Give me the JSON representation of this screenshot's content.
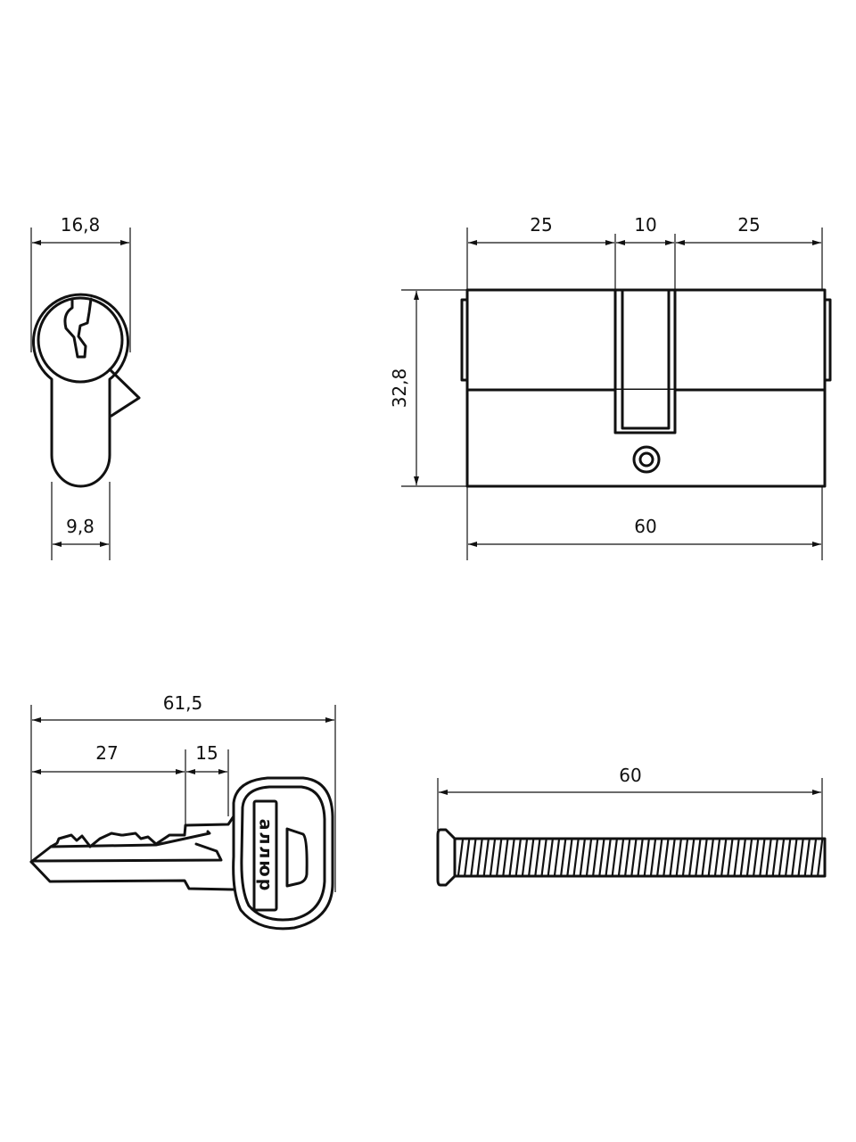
{
  "title": "Cylinder lock dimensional drawing",
  "front_view": {
    "width_label": "16,8",
    "lobe_width_label": "9,8"
  },
  "side_view": {
    "left_label": "25",
    "cam_label": "10",
    "right_label": "25",
    "height_label": "32,8",
    "length_label": "60"
  },
  "key": {
    "total_label": "61,5",
    "blade_label": "27",
    "shoulder_label": "15",
    "logo_text": "аллюр"
  },
  "screw": {
    "length_label": "60"
  }
}
